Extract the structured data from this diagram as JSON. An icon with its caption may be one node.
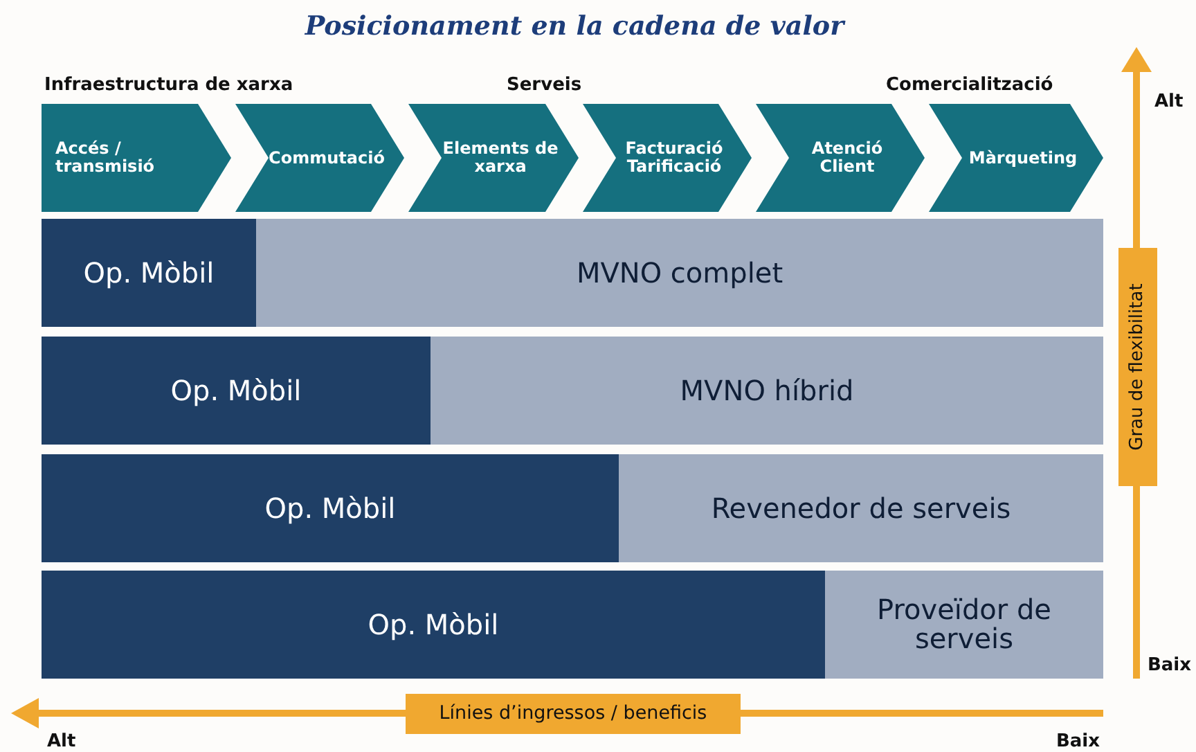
{
  "diagram": {
    "title": "Posicionament en la cadena de valor",
    "nodes": [
      {
        "text": [
          "Accés / transmisió"
        ]
      },
      {
        "text": [
          "Commutació"
        ]
      },
      {
        "text": [
          "Elements de xarxa"
        ]
      },
      {
        "text": [
          "Facturació Tarificació"
        ]
      },
      {
        "text": [
          "Atenció Client"
        ]
      },
      {
        "text": [
          "Màrqueting"
        ]
      },
      {
        "text": [
          "Op. Mòbil"
        ]
      },
      {
        "text": [
          "MVNO complet"
        ]
      },
      {
        "text": [
          "Op. Mòbil"
        ]
      },
      {
        "text": [
          "MVNO híbrid"
        ]
      },
      {
        "text": [
          "Op. Mòbil"
        ]
      },
      {
        "text": [
          "Revenedor de serveis"
        ]
      },
      {
        "text": [
          "Op. Mòbil"
        ]
      },
      {
        "text": [
          "Proveïdor de serveis"
        ]
      },
      {
        "text": [
          "Grau de flexibilitat"
        ]
      },
      {
        "text": [
          "Línies d’ingressos / beneficis"
        ]
      }
    ],
    "labels": [
      "Infraestructura de xarxa",
      "Serveis",
      "Comercialització",
      "Alt",
      "Baix",
      "Alt",
      "Baix"
    ]
  }
}
